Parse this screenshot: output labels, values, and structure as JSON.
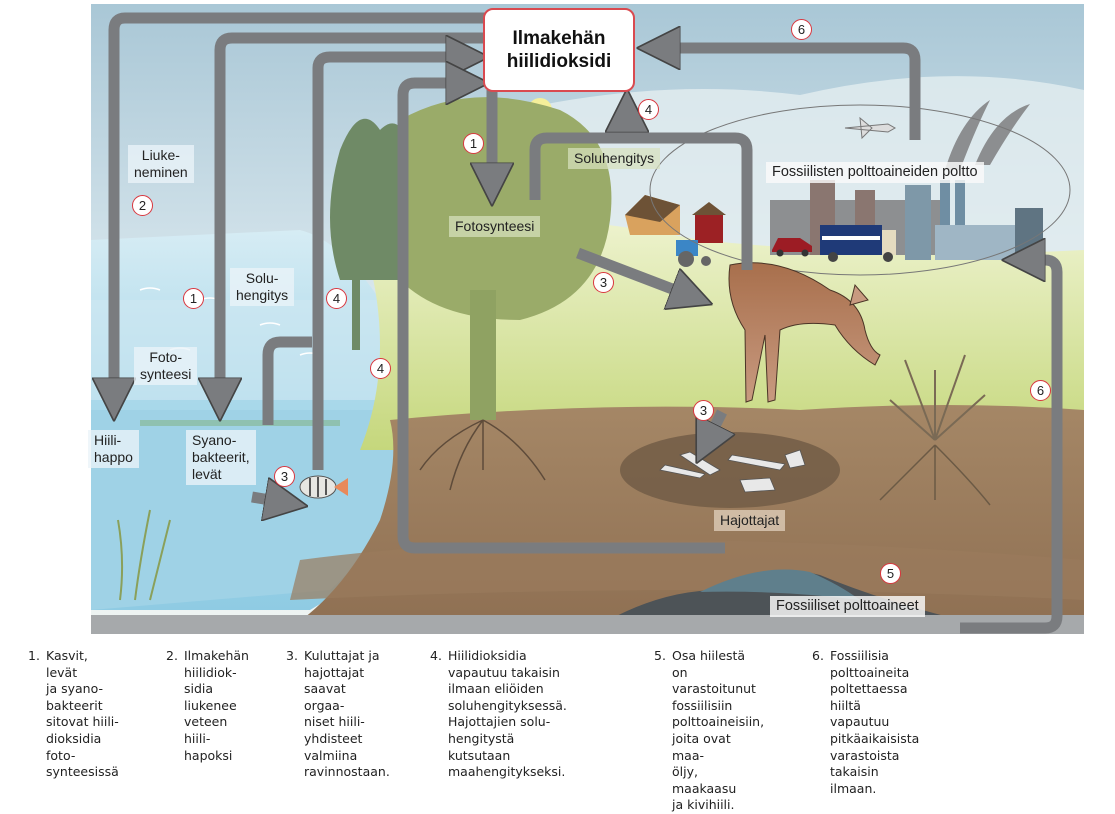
{
  "title_box": {
    "line1": "Ilmakehän",
    "line2": "hiilidioksidi"
  },
  "labels": {
    "liukeneminen": "Liuke-\nneminen",
    "solu_water": "Solu-\nhengitys",
    "foto_water": "Foto-\nsynteesi",
    "hiilihappo": "Hiili-\nhappo",
    "syanobakteerit": "Syano-\nbakteerit,\nlevät",
    "fotosynteesi": "Fotosynteesi",
    "soluhengitys": "Soluhengitys",
    "fossiilisten_poltto": "Fossiilisten polttoaineiden poltto",
    "hajottajat": "Hajottajat",
    "fossiiliset": "Fossiiliset polttoaineet"
  },
  "markers": {
    "m6_top": "6",
    "m4_top": "4",
    "m1_tree": "1",
    "m2_left": "2",
    "m1_water": "1",
    "m4_water": "4",
    "m4_shore": "4",
    "m3_fish": "3",
    "m3_deer": "3",
    "m3_bones": "3",
    "m6_right": "6",
    "m5_fossil": "5"
  },
  "legend": [
    {
      "num": "1.",
      "text": "Kasvit, levät\nja syano-\nbakteerit\nsitovat hiili-\ndioksidia\nfoto-\nsynteesissä"
    },
    {
      "num": "2.",
      "text": "Ilmakehän\nhiilidiok-\nsidia\nliukenee\nveteen\nhiili-\nhapoksi"
    },
    {
      "num": "3.",
      "text": "Kuluttajat ja\nhajottajat\nsaavat orgaa-\nniset hiili-\nyhdisteet\nvalmiina\nravinnostaan."
    },
    {
      "num": "4.",
      "text": "Hiilidioksidia\nvapautuu takaisin\nilmaan eliöiden\nsoluhengityksessä.\nHajottajien solu-\nhengitystä kutsutaan\nmaahengitykseksi."
    },
    {
      "num": "5.",
      "text": "Osa hiilestä on\nvarastoitunut\nfossiilisiin\npolttoaineisiin,\njoita ovat maa-\nöljy, maakaasu\nja kivihiili."
    },
    {
      "num": "6.",
      "text": "Fossiilisia\npolttoaineita\npoltettaessa\nhiiltä vapautuu\npitkäaikaisista\nvarastoista\ntakaisin ilmaan."
    }
  ],
  "colors": {
    "arrow": "#7a7c7f",
    "marker_border": "#d9363e",
    "water": "#a8d8ea",
    "grass": "#c9d98a",
    "soil": "#a8865f"
  }
}
